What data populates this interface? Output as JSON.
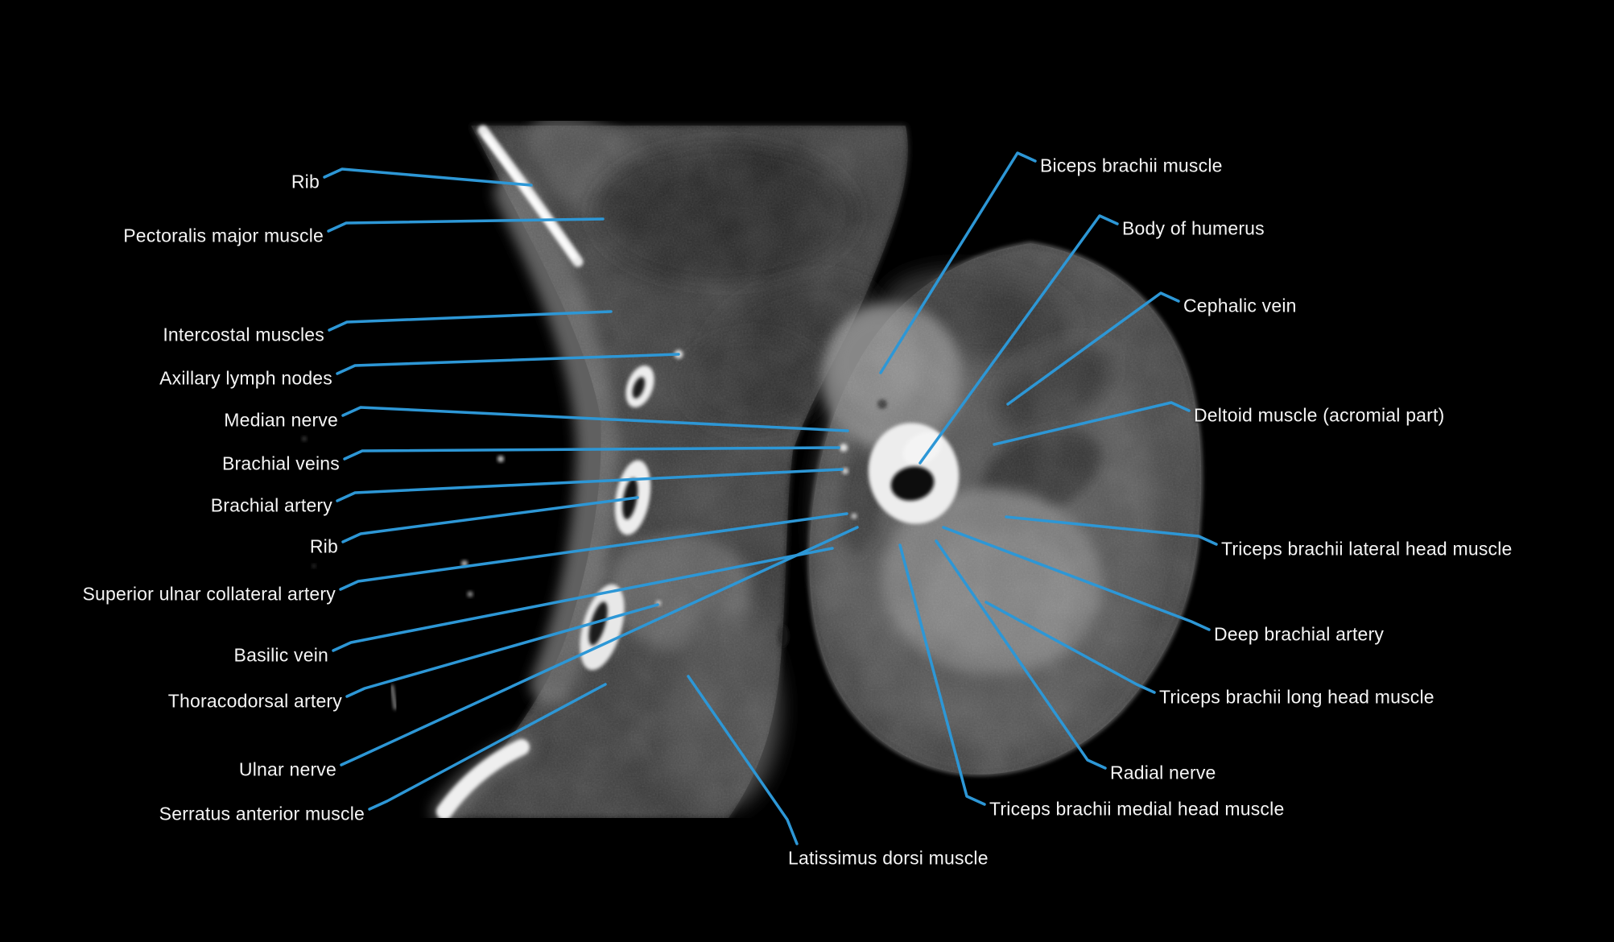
{
  "colors": {
    "background": "#000000",
    "leader_line": "#2d97d6",
    "label_text": "#f5f5f5"
  },
  "annotations": [
    {
      "text": "Rib",
      "side": "left"
    },
    {
      "text": "Pectoralis major muscle",
      "side": "left"
    },
    {
      "text": "Intercostal muscles",
      "side": "left"
    },
    {
      "text": "Axillary lymph nodes",
      "side": "left"
    },
    {
      "text": "Median nerve",
      "side": "left"
    },
    {
      "text": "Brachial veins",
      "side": "left"
    },
    {
      "text": "Brachial artery",
      "side": "left"
    },
    {
      "text": "Rib",
      "side": "left"
    },
    {
      "text": "Superior ulnar collateral artery",
      "side": "left"
    },
    {
      "text": "Basilic vein",
      "side": "left"
    },
    {
      "text": "Thoracodorsal artery",
      "side": "left"
    },
    {
      "text": "Ulnar nerve",
      "side": "left"
    },
    {
      "text": "Serratus anterior muscle",
      "side": "left"
    },
    {
      "text": "Latissimus dorsi muscle",
      "side": "bottom"
    },
    {
      "text": "Biceps brachii muscle",
      "side": "right"
    },
    {
      "text": "Body of humerus",
      "side": "right"
    },
    {
      "text": "Cephalic vein",
      "side": "right"
    },
    {
      "text": "Deltoid muscle (acromial part)",
      "side": "right"
    },
    {
      "text": "Triceps brachii lateral head muscle",
      "side": "right"
    },
    {
      "text": "Deep brachial artery",
      "side": "right"
    },
    {
      "text": "Triceps brachii long head muscle",
      "side": "right"
    },
    {
      "text": "Radial nerve",
      "side": "right"
    },
    {
      "text": "Triceps brachii medial head muscle",
      "side": "right"
    }
  ]
}
